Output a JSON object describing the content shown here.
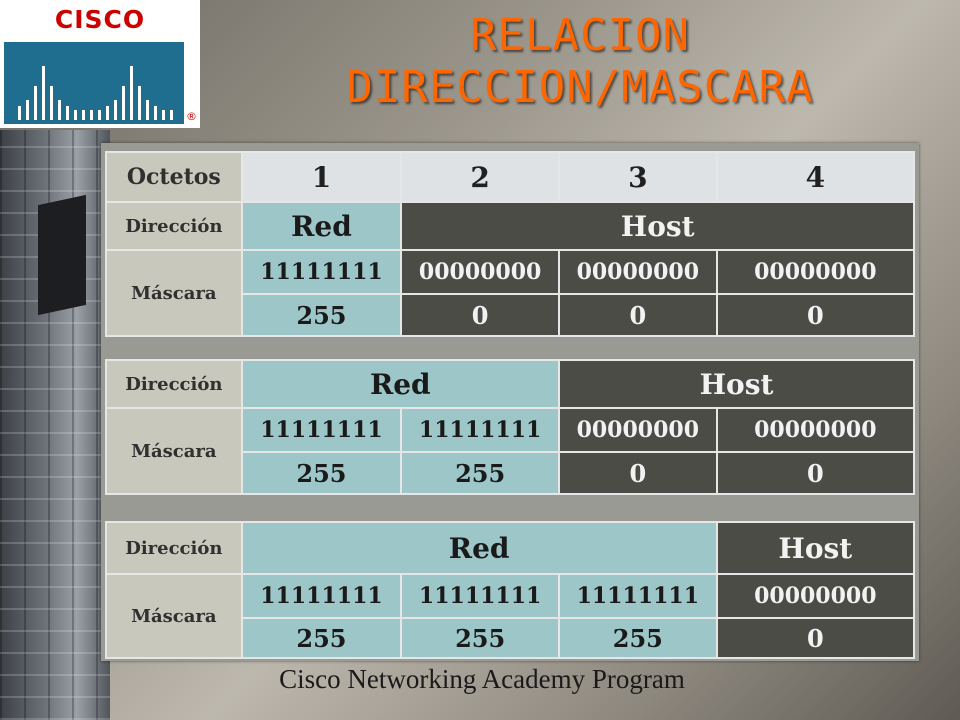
{
  "logo": {
    "text": "Cisco Systems",
    "registered_mark": "®"
  },
  "title_line1": "RELACION",
  "title_line2": "DIRECCION/MASCARA",
  "footer": "Cisco Networking Academy Program",
  "colors": {
    "title": "#ff6600",
    "red": "#9cc6c8",
    "host": "#4c4c46",
    "logo_red": "#cc0000",
    "logo_blue": "#1f6d8f"
  },
  "labels": {
    "octets": "Octetos",
    "address": "Dirección",
    "mask": "Máscara",
    "network": "Red",
    "host": "Host"
  },
  "octet_numbers": [
    "1",
    "2",
    "3",
    "4"
  ],
  "tables": [
    {
      "bits": [
        "11111111",
        "00000000",
        "00000000",
        "00000000"
      ],
      "decimal": [
        "255",
        "0",
        "0",
        "0"
      ]
    },
    {
      "bits": [
        "11111111",
        "11111111",
        "00000000",
        "00000000"
      ],
      "decimal": [
        "255",
        "255",
        "0",
        "0"
      ]
    },
    {
      "bits": [
        "11111111",
        "11111111",
        "11111111",
        "00000000"
      ],
      "decimal": [
        "255",
        "255",
        "255",
        "0"
      ]
    }
  ]
}
